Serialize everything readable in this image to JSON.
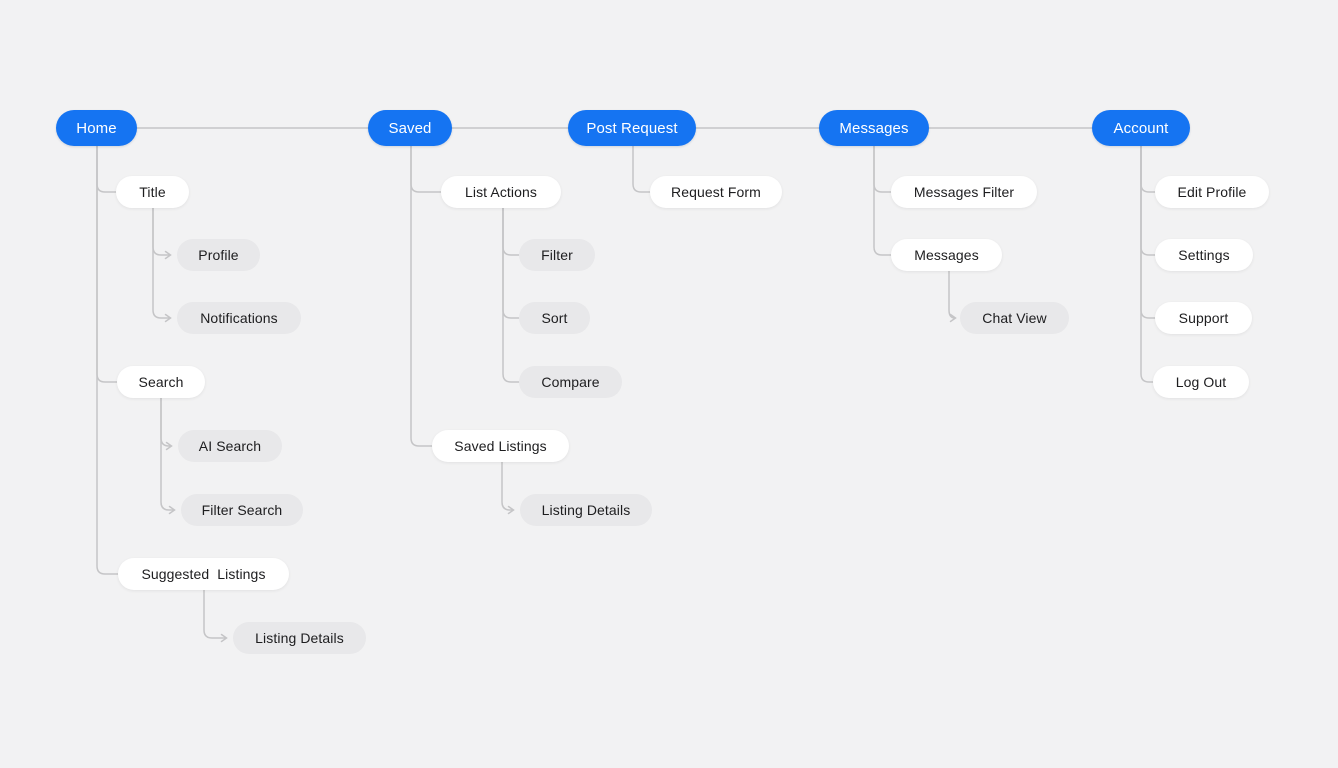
{
  "diagram": {
    "type": "sitemap-flow",
    "colors": {
      "background": "#f2f2f3",
      "primary_node": "#1574f2",
      "primary_node_text": "#ffffff",
      "secondary_node": "#ffffff",
      "tertiary_node": "#e8e8ea",
      "node_text": "#1d1d1f",
      "connector": "#c5c5c7"
    },
    "tree": [
      {
        "label": "Home",
        "children": [
          {
            "label": "Title",
            "children": [
              {
                "label": "Profile"
              },
              {
                "label": "Notifications"
              }
            ]
          },
          {
            "label": "Search",
            "children": [
              {
                "label": "AI Search"
              },
              {
                "label": "Filter Search"
              }
            ]
          },
          {
            "label": "Suggested  Listings",
            "children": [
              {
                "label": "Listing Details"
              }
            ]
          }
        ]
      },
      {
        "label": "Saved",
        "children": [
          {
            "label": "List Actions",
            "children": [
              {
                "label": "Filter"
              },
              {
                "label": "Sort"
              },
              {
                "label": "Compare"
              }
            ]
          },
          {
            "label": "Saved Listings",
            "children": [
              {
                "label": "Listing Details"
              }
            ]
          }
        ]
      },
      {
        "label": "Post Request",
        "children": [
          {
            "label": "Request Form"
          }
        ]
      },
      {
        "label": "Messages",
        "children": [
          {
            "label": "Messages Filter"
          },
          {
            "label": "Messages",
            "children": [
              {
                "label": "Chat View"
              }
            ]
          }
        ]
      },
      {
        "label": "Account",
        "children": [
          {
            "label": "Edit Profile"
          },
          {
            "label": "Settings"
          },
          {
            "label": "Support"
          },
          {
            "label": "Log Out"
          }
        ]
      }
    ]
  }
}
